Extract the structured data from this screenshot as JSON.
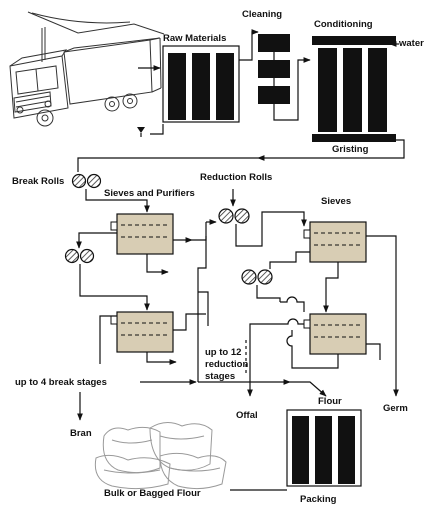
{
  "labels": {
    "cleaning": "Cleaning",
    "raw_materials": "Raw Materials",
    "conditioning": "Conditioning",
    "water": "water",
    "gristing": "Gristing",
    "break_rolls": "Break Rolls",
    "sieves_purifiers": "Sieves and Purifiers",
    "reduction_rolls": "Reduction Rolls",
    "sieves": "Sieves",
    "up_to_12_line1": "up to 12",
    "up_to_12_line2": "reduction",
    "up_to_12_line3": "stages",
    "up_to_4_break": "up to 4 break stages",
    "offal": "Offal",
    "flour": "Flour",
    "germ": "Germ",
    "bran": "Bran",
    "bulk_or_bagged": "Bulk or Bagged Flour",
    "packing": "Packing"
  },
  "colors": {
    "line": "#111111",
    "sifter_fill": "#d8cdb4",
    "silo_fill": "#111111",
    "roller_hatch": "#333333",
    "sketch_gray": "#9a9a9a"
  }
}
